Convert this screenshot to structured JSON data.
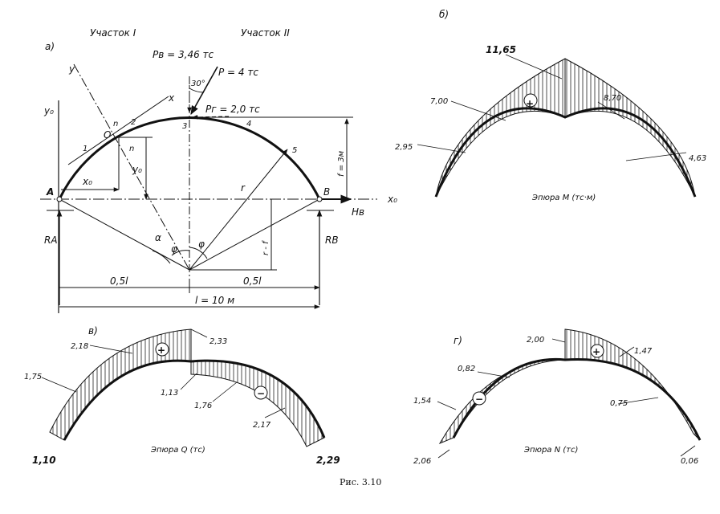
{
  "panel_a": {
    "label": "а)",
    "section_1": "Участок I",
    "section_2": "Участок II",
    "load_vertical": "Pв = 3,46 тс",
    "load_total": "P = 4 тс",
    "load_horizontal": "Pг = 2,0 тс",
    "angle": "30°",
    "points": [
      "1",
      "2",
      "3",
      "4",
      "5"
    ],
    "support_a": "A",
    "support_b": "B",
    "reaction_a": "RA",
    "reaction_b": "RB",
    "thrust": "Hв",
    "axis_x0": "x₀",
    "axis_y0": "y₀",
    "axis_x": "x",
    "axis_y": "y",
    "origin": "O",
    "normal_mark": "n",
    "coord_x0": "x₀",
    "coord_y0": "y₀",
    "radius": "r",
    "rise_dim": "f = 3м",
    "r_minus_f": "r - f",
    "alpha": "α",
    "phi": "φ",
    "half_span_left": "0,5l",
    "half_span_right": "0,5l",
    "span": "l = 10 м"
  },
  "panel_b": {
    "label": "б)",
    "title": "Эпюра M (тс·м)",
    "sign": "+",
    "values": [
      "11,65",
      "7,00",
      "8,70",
      "2,95",
      "4,63"
    ]
  },
  "panel_v": {
    "label": "в)",
    "title": "Эпюра Q (тс)",
    "sign_plus": "+",
    "sign_minus": "−",
    "values": [
      "2,18",
      "2,33",
      "1,75",
      "1,13",
      "1,76",
      "2,17",
      "1,10",
      "2,29"
    ]
  },
  "panel_g": {
    "label": "г)",
    "title": "Эпюра N (тс)",
    "sign_plus": "+",
    "sign_minus": "−",
    "values": [
      "2,00",
      "1,47",
      "0,82",
      "0,75",
      "1,54",
      "2,06",
      "0,06"
    ]
  },
  "caption": "Рис. 3.10"
}
